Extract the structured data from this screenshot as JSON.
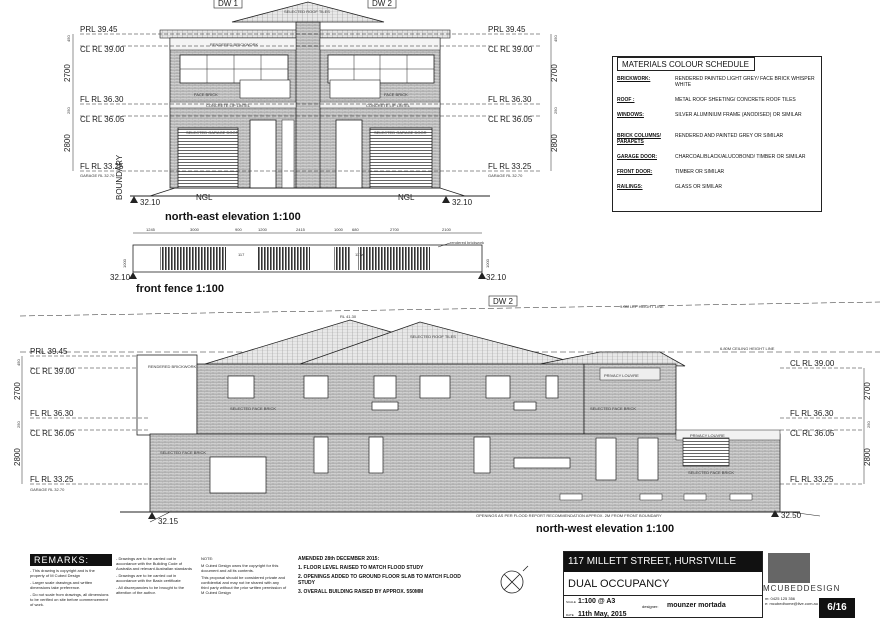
{
  "drawing": {
    "dw1": "DW 1",
    "dw2": "DW 2",
    "ne": {
      "title": "north-east elevation  1:100",
      "left": [
        "PRL  39.45",
        "CL RL  39.00",
        "FL RL  36.30",
        "CL RL  36.05",
        "FL RL  33.25",
        "GARAGE RL  32.70"
      ],
      "right": [
        "PRL  39.45",
        "CL RL  39.00",
        "FL RL  36.30",
        "CL RL  36.05",
        "FL RL  33.25",
        "GARAGE RL  32.70"
      ],
      "dims": [
        "450",
        "2700",
        "250",
        "2800"
      ],
      "ngl": "NGL",
      "boundary": "BOUNDARY",
      "rl_left": "32.10",
      "rl_right": "32.10",
      "roof_note": "SELECTED ROOF TILES",
      "notes": [
        "RENDERED BRICKWORK",
        "FACE BRICK",
        "FACE BRICK",
        "CONCRETE LIP LINTEL",
        "CONCRETE LIP LINTEL",
        "SELECTED GARAGE DOOR",
        "SELECTED GARAGE DOOR"
      ]
    },
    "fence": {
      "title": "front fence  1:100",
      "dims": [
        "1245",
        "3000",
        "900",
        "1200",
        "2415",
        "1000",
        "680",
        "2700",
        "2100"
      ],
      "note": "rendered brickwork",
      "no1": "117",
      "no2": "117a",
      "rl_left": "32.10",
      "rl_right": "32.10",
      "height": "1000"
    },
    "nw": {
      "title": "north-west elevation  1:100",
      "dw": "DW 2",
      "lep": "9.0M LEP HEIGHT LINE",
      "ceiling": "6.80M CEILING HEIGHT LINE",
      "ridge": "RL 41.30",
      "roof_note": "SELECTED ROOF TILES",
      "left": [
        "PRL  39.45",
        "CL RL  39.00",
        "FL RL  36.30",
        "CL RL  36.05",
        "FL RL  33.25",
        "GARAGE RL  32.70"
      ],
      "right": [
        "CL RL  39.00",
        "FL RL  36.30",
        "CL RL  36.05",
        "FL RL  33.25"
      ],
      "dims": [
        "450",
        "2700",
        "250",
        "2800"
      ],
      "dims_right": [
        "2700",
        "250",
        "2800"
      ],
      "rl_left": "32.15",
      "rl_right": "32.50",
      "flood_note": "OPENINGS AS PER FLOOD REPORT RECOMMENDATION APPROX. 2M FROM FRONT BOUNDARY",
      "notes": [
        "RENDERED BRICKWORK",
        "SELECTED FACE BRICK",
        "SELECTED FACE BRICK",
        "SELECTED FACE BRICK",
        "PRIVACY LOUVRE",
        "PRIVACY LOUVRE",
        "SELECTED FACE BRICK"
      ]
    }
  },
  "schedule": {
    "title": "MATERIALS COLOUR SCHEDULE",
    "rows": [
      {
        "key": "BRICKWORK:",
        "value": "RENDERED PAINTED LIGHT GREY/ FACE BRICK WHISPER WHITE"
      },
      {
        "key": "ROOF :",
        "value": "METAL ROOF SHEETING/ CONCRETE ROOF TILES"
      },
      {
        "key": "WINDOWS:",
        "value": "SILVER ALUMINIUM FRAME (ANODISED) OR SIMILAR"
      },
      {
        "key": "BRICK COLUMNS/ PARAPETS",
        "value": "RENDERED AND PAINTED GREY OR SIMILAR"
      },
      {
        "key": "GARAGE DOOR:",
        "value": "CHARCOAL/BLACK/ALUCOBOND/ TIMBER OR SIMILAR"
      },
      {
        "key": "FRONT DOOR:",
        "value": "TIMBER OR SIMILAR"
      },
      {
        "key": "RAILINGS:",
        "value": "GLASS OR SIMILAR"
      }
    ]
  },
  "remarks": {
    "title": "REMARKS:",
    "col1": [
      "- This drawing is copyright and is the property of M Cubed Design",
      "- Larger scale drawings and written dimensions take preference.",
      "- Do not scale from drawings, all dimensions to be verified on site before commencement of work."
    ],
    "col2": [
      "- Drawings are to be carried out in accordance with the Building Code of Australia and relevant Australian standards",
      "- Drawings are to be carried out in accordance with the Basix certificate",
      "- All discrepancies to be brought to the attention of the author."
    ],
    "col3": [
      "NOTE:",
      "M Cubed Design owns the copyright for this document and all its contents.",
      "This proposal should be considered private and confidential and may not be shared with any third party without the prior written permission of M Cubed Design"
    ]
  },
  "amendments": {
    "title": "AMENDED 28th DECEMBER 2015:",
    "items": [
      "1. FLOOR LEVEL RAISED TO MATCH FLOOD STUDY",
      "2. OPENINGS ADDED TO GROUND FLOOR SLAB TO MATCH FLOOD STUDY",
      "3. OVERALL BUILDING RAISED BY APPROX. 550MM"
    ]
  },
  "title_block": {
    "street": "117 MILLETT STREET, HURSTVILLE",
    "project": "DUAL OCCUPANCY",
    "scale_label": "SCALE",
    "scale": "1:100 @ A3",
    "date_label": "DATE",
    "date": "11th May, 2015",
    "designer_label": "designer:",
    "designer": "mounzer mortada"
  },
  "brand": {
    "name": "MCUBEDDESIGN",
    "phone": "m: 0425 125 356",
    "email": "e: mcubedhome@live.com.au",
    "sheet": "6/16"
  },
  "colors": {
    "ink": "#222222",
    "brick": "#8a8a8a",
    "roof": "#bdbdbd"
  }
}
